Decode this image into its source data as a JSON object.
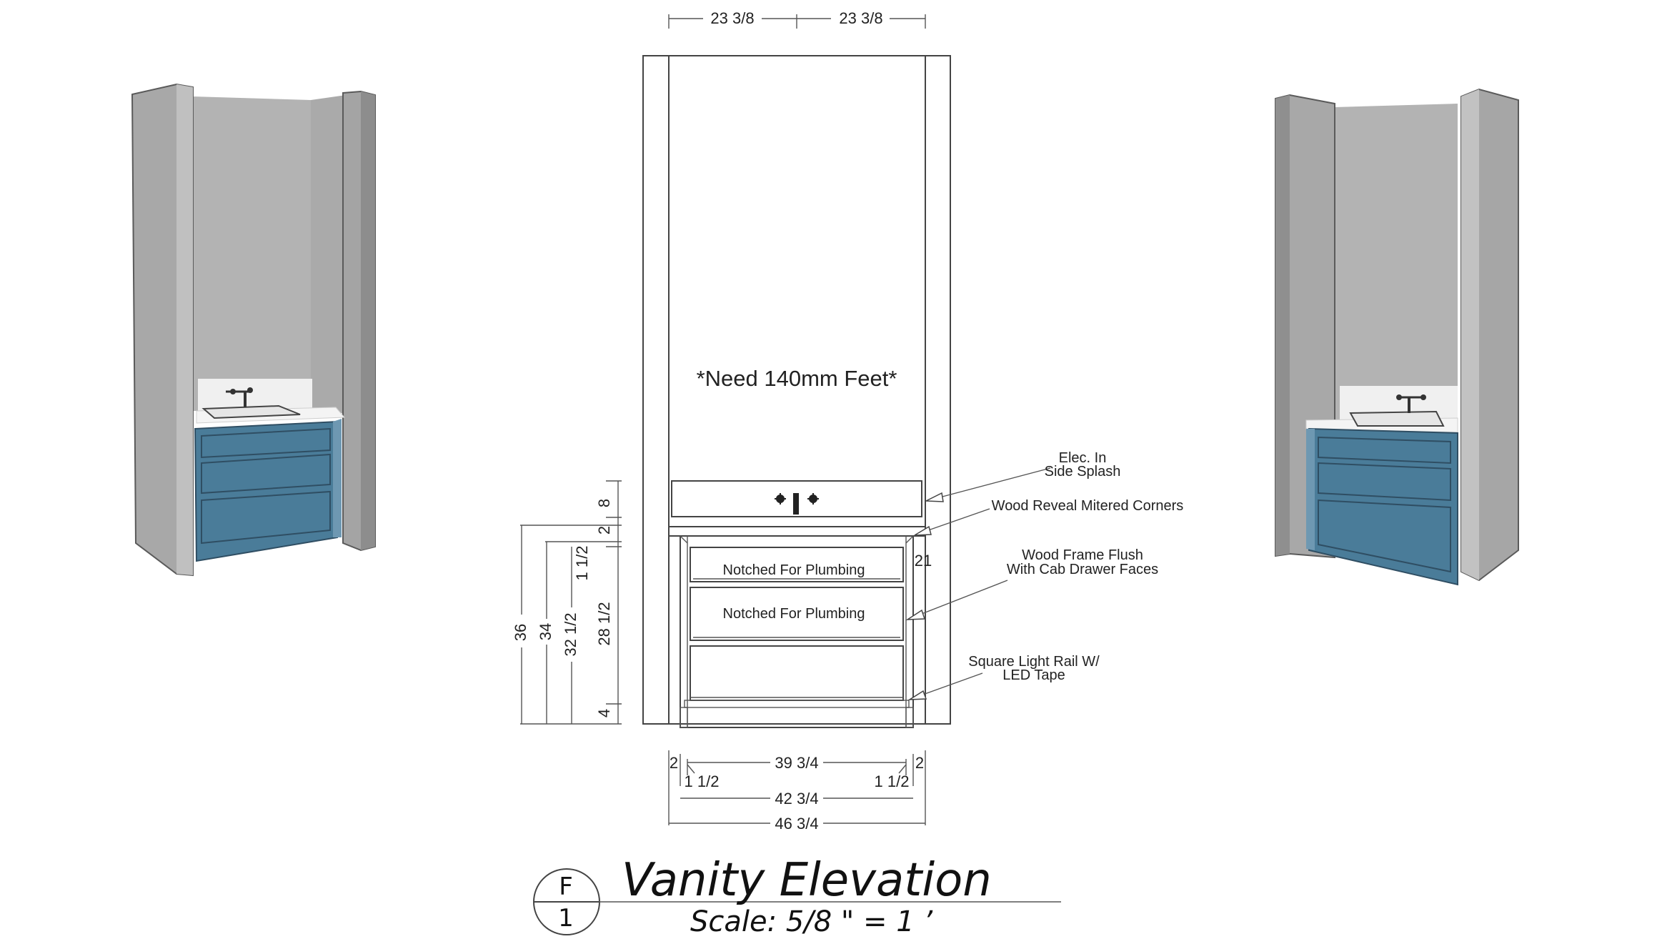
{
  "title_block": {
    "letter": "F",
    "number": "1",
    "title": "Vanity Elevation",
    "scale": "Scale: 5/8 \" = 1 ’"
  },
  "elevation": {
    "center_note": "*Need 140mm Feet*",
    "drawer_labels": [
      "Notched For Plumbing",
      "Notched For Plumbing"
    ]
  },
  "dimensions": {
    "top_left": "23 3/8",
    "top_right": "23 3/8",
    "left_36": "36",
    "left_34": "34",
    "left_32_5": "32 1/2",
    "left_28_5": "28 1/2",
    "left_8": "8",
    "left_2": "2",
    "left_1_5": "1 1/2",
    "left_4": "4",
    "right_21": "21",
    "bottom_2_left": "2",
    "bottom_2_right": "2",
    "bottom_39_75": "39 3/4",
    "bottom_1_5_left": "1 1/2",
    "bottom_1_5_right": "1 1/2",
    "bottom_42_75": "42 3/4",
    "bottom_46_75": "46 3/4"
  },
  "callouts": {
    "elec_line1": "Elec. In",
    "elec_line2": "Side Splash",
    "reveal": "Wood Reveal Mitered Corners",
    "frame_line1": "Wood Frame Flush",
    "frame_line2": "With Cab Drawer Faces",
    "rail_line1": "Square Light Rail W/",
    "rail_line2": "LED Tape"
  },
  "colors": {
    "cabinet_blue": "#4a7c99",
    "wall_dark": "#9a9a9a",
    "wall_mid": "#a9a9a9",
    "wall_back": "#b3b3b3",
    "counter": "#f4f4f4"
  }
}
